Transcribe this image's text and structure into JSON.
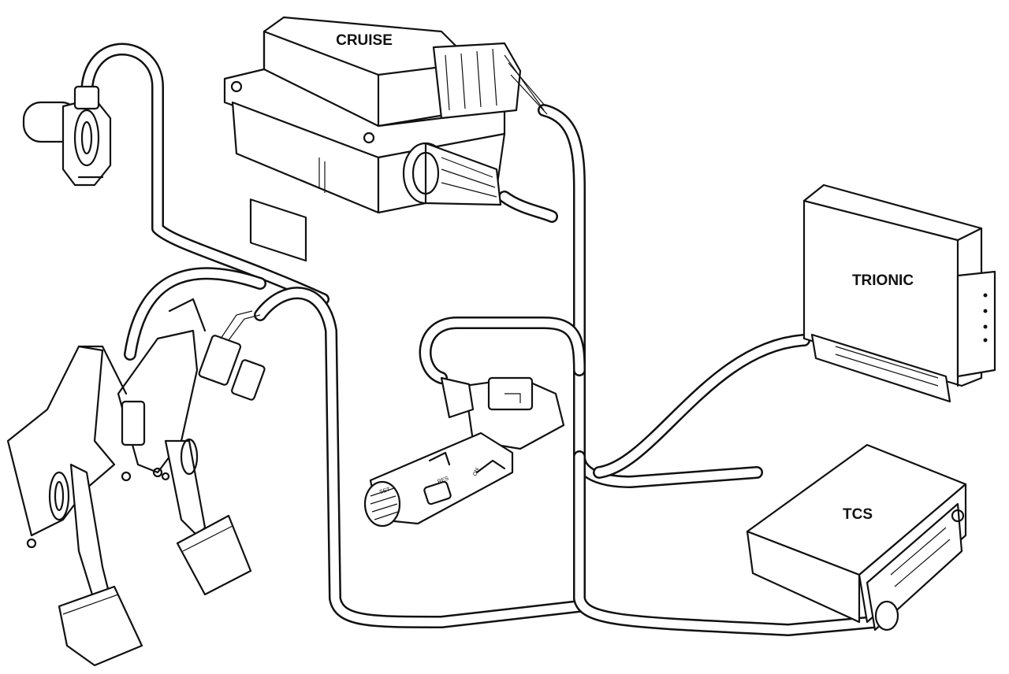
{
  "labels": {
    "cruise": "CRUISE",
    "trionic": "TRIONIC",
    "tcs": "TCS"
  },
  "switch_text": {
    "set": "SET",
    "res": "RES",
    "on": "ON"
  },
  "colors": {
    "ink": "#111111",
    "paper": "#ffffff"
  }
}
